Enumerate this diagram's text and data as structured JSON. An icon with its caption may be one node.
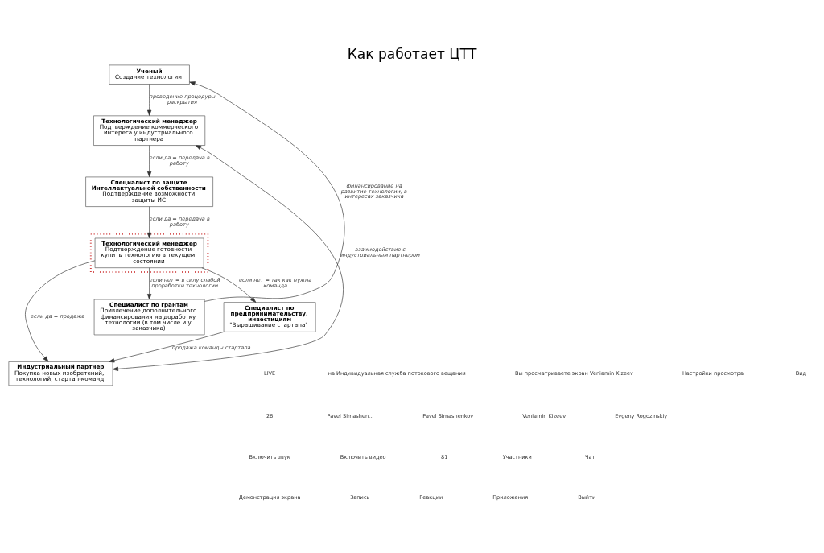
{
  "diagram": {
    "title": "Как работает ЦТТ",
    "nodes": [
      {
        "text": [
          "Ученый",
          "Создание технологии"
        ]
      },
      {
        "text": [
          "Технологический менеджер",
          "Подтверждение коммерческого интереса у индустриального партнера"
        ]
      },
      {
        "text": [
          "Специалист по защите Интеллектуальной собственности",
          "Подтверждение возможности защиты ИС"
        ]
      },
      {
        "text": [],
        "shape": "box"
      },
      {
        "text": [
          "Технологический менеджер",
          "Подтверждение готовности купить технологию в текущем состоянии"
        ],
        "in": 3
      },
      {
        "text": [
          "Индустриальный партнер",
          "Покупка новых изобретений, технологий, стартап-команд"
        ]
      },
      {
        "text": [
          "Специалист по грантам",
          "Привлечение дополнительного финансирования на доработку технологии (в том числе и у заказчика)"
        ]
      },
      {
        "text": [
          "Специалист по предпринимательству, инвестициям",
          "\"Выращивание стартапа\""
        ]
      }
    ],
    "edges": [
      {
        "from": 0,
        "to": 1,
        "arrow": "to",
        "label": "проведение процедуры раскрытия"
      },
      {
        "from": 5,
        "to": 1,
        "arrow": "both",
        "label": "взаимодействие с индустриальным партнером"
      },
      {
        "from": 1,
        "to": 2,
        "arrow": "to",
        "label": "если да = передача в работу"
      },
      {
        "from": 2,
        "to": 4,
        "arrow": "to",
        "label": "если да = передача в работу"
      },
      {
        "from": 4,
        "to": 5,
        "arrow": "to",
        "label": "если да = продажа"
      },
      {
        "from": 4,
        "to": 6,
        "arrow": "to",
        "label": "если нет = в силу слабой проработки технологии"
      },
      {
        "from": 4,
        "to": 7,
        "arrow": "to",
        "label": "если нет = так как нужна команда"
      },
      {
        "from": 6,
        "to": 0,
        "arrow": "to",
        "label": "финансирование на развитие технологии, в интересах заказчика"
      },
      {
        "from": 7,
        "to": 5,
        "arrow": "to",
        "label": "продажа команды стартапа"
      }
    ],
    "labels": [
      "LIVE",
      "на Индивидуальная служба потокового вещания",
      "Вы просматриваете экран Veniamin Kizeev",
      "Настройки просмотра",
      "Вид",
      "26",
      "Pavel Simashen...",
      "Pavel Simashenkov",
      "Veniamin Kizeev",
      "Evgeny Rogozinskiy",
      "Включить звук",
      "Включить видео",
      "81",
      "Участники",
      "Чат",
      "Демонстрация экрана",
      "Запись",
      "Реакции",
      "Приложения",
      "Выйти"
    ]
  }
}
